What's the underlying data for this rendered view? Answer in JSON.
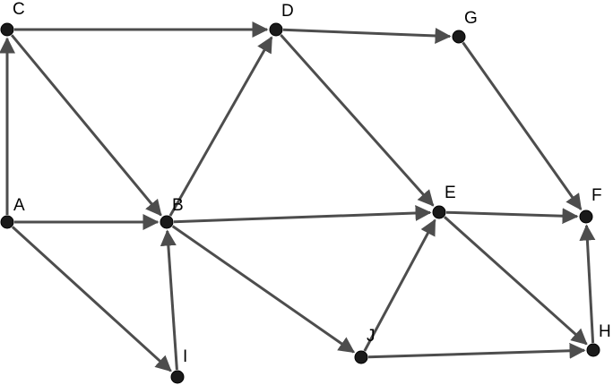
{
  "graph": {
    "directed": true,
    "colors": {
      "edge": "#4d4d4d",
      "node": "#1a1a1a",
      "label": "#000000",
      "background": "#ffffff"
    },
    "nodes": [
      {
        "id": "A",
        "label": "A"
      },
      {
        "id": "B",
        "label": "B"
      },
      {
        "id": "C",
        "label": "C"
      },
      {
        "id": "D",
        "label": "D"
      },
      {
        "id": "E",
        "label": "E"
      },
      {
        "id": "F",
        "label": "F"
      },
      {
        "id": "G",
        "label": "G"
      },
      {
        "id": "H",
        "label": "H"
      },
      {
        "id": "I",
        "label": "I"
      },
      {
        "id": "J",
        "label": "J"
      }
    ],
    "edges": [
      {
        "from": "A",
        "to": "C"
      },
      {
        "from": "A",
        "to": "B"
      },
      {
        "from": "A",
        "to": "I"
      },
      {
        "from": "C",
        "to": "D"
      },
      {
        "from": "C",
        "to": "B"
      },
      {
        "from": "B",
        "to": "D"
      },
      {
        "from": "B",
        "to": "E"
      },
      {
        "from": "B",
        "to": "J"
      },
      {
        "from": "I",
        "to": "B"
      },
      {
        "from": "D",
        "to": "G"
      },
      {
        "from": "D",
        "to": "E"
      },
      {
        "from": "G",
        "to": "F"
      },
      {
        "from": "E",
        "to": "F"
      },
      {
        "from": "E",
        "to": "H"
      },
      {
        "from": "J",
        "to": "E"
      },
      {
        "from": "J",
        "to": "H"
      },
      {
        "from": "H",
        "to": "F"
      }
    ]
  }
}
